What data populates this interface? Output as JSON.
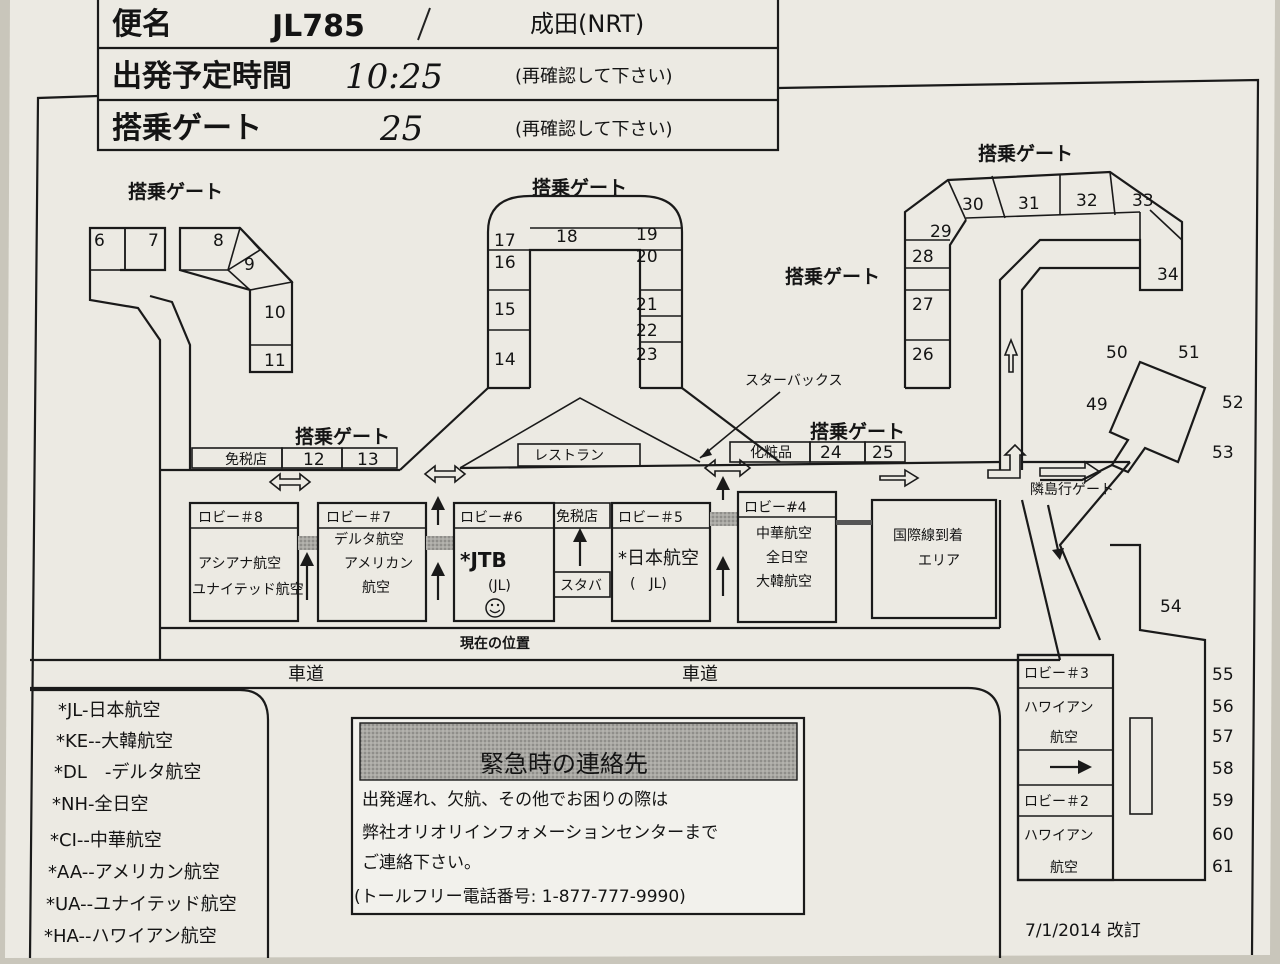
{
  "header": {
    "flight_label": "便名",
    "flight_no": "JL785",
    "dest": "成田(NRT)",
    "dep_label": "出発予定時間",
    "dep_time": "10:25",
    "gate_label": "搭乗ゲート",
    "gate_no": "25",
    "reconfirm": "(再確認して下さい)"
  },
  "map": {
    "gate_heading": "搭乗ゲート",
    "gates": {
      "g6": "6",
      "g7": "7",
      "g8": "8",
      "g9": "9",
      "g10": "10",
      "g11": "11",
      "g12": "12",
      "g13": "13",
      "g14": "14",
      "g15": "15",
      "g16": "16",
      "g17": "17",
      "g18": "18",
      "g19": "19",
      "g20": "20",
      "g21": "21",
      "g22": "22",
      "g23": "23",
      "g24": "24",
      "g25": "25",
      "g26": "26",
      "g27": "27",
      "g28": "28",
      "g29": "29",
      "g30": "30",
      "g31": "31",
      "g32": "32",
      "g33": "33",
      "g34": "34",
      "g49": "49",
      "g50": "50",
      "g51": "51",
      "g52": "52",
      "g53": "53",
      "g54": "54",
      "g55": "55",
      "g56": "56",
      "g57": "57",
      "g58": "58",
      "g59": "59",
      "g60": "60",
      "g61": "61"
    },
    "labels": {
      "duty_free": "免税店",
      "restaurant": "レストラン",
      "cosmetics": "化粧品",
      "starbucks_callout": "スターバックス",
      "sutaba": "スタバ",
      "island_gate": "隣島行ゲート",
      "current_position": "現在の位置",
      "road": "車道",
      "intl_arrival_1": "国際線到着",
      "intl_arrival_2": "エリア"
    },
    "lobbies": {
      "l8": {
        "name": "ロビー＃8",
        "line1": "アシアナ航空",
        "line2": "ユナイテッド航空"
      },
      "l7": {
        "name": "ロビー＃7",
        "line1": "デルタ航空",
        "line2": "アメリカン",
        "line3": "航空"
      },
      "l6": {
        "name": "ロビー#6",
        "line1": "*JTB",
        "line2": "(JL)"
      },
      "l5": {
        "name": "ロビー＃5",
        "line1": "*日本航空",
        "line2": "(　JL)"
      },
      "l4": {
        "name": "ロビー#4",
        "line1": "中華航空",
        "line2": "全日空",
        "line3": "大韓航空"
      },
      "l3": {
        "name": "ロビー＃3",
        "line1": "ハワイアン",
        "line2": "航空"
      },
      "l2": {
        "name": "ロビー＃2",
        "line1": "ハワイアン",
        "line2": "航空"
      }
    }
  },
  "legend": [
    "*JL-日本航空",
    "*KE--大韓航空",
    "*DL　-デルタ航空",
    "*NH-全日空",
    "*CI--中華航空",
    "*AA--アメリカン航空",
    "*UA--ユナイテッド航空",
    "*HA--ハワイアン航空"
  ],
  "emergency": {
    "title": "緊急時の連絡先",
    "line1": "出発遅れ、欠航、その他でお困りの際は",
    "line2": "弊社オリオリインフォメーションセンターまで",
    "line3": "ご連絡下さい。",
    "line4": "(トールフリー電話番号: 1-877-777-9990)"
  },
  "revision": "7/1/2014 改訂",
  "colors": {
    "paper": "#eceae3",
    "ink": "#1a1a1a",
    "shade": "#9a9a96"
  }
}
